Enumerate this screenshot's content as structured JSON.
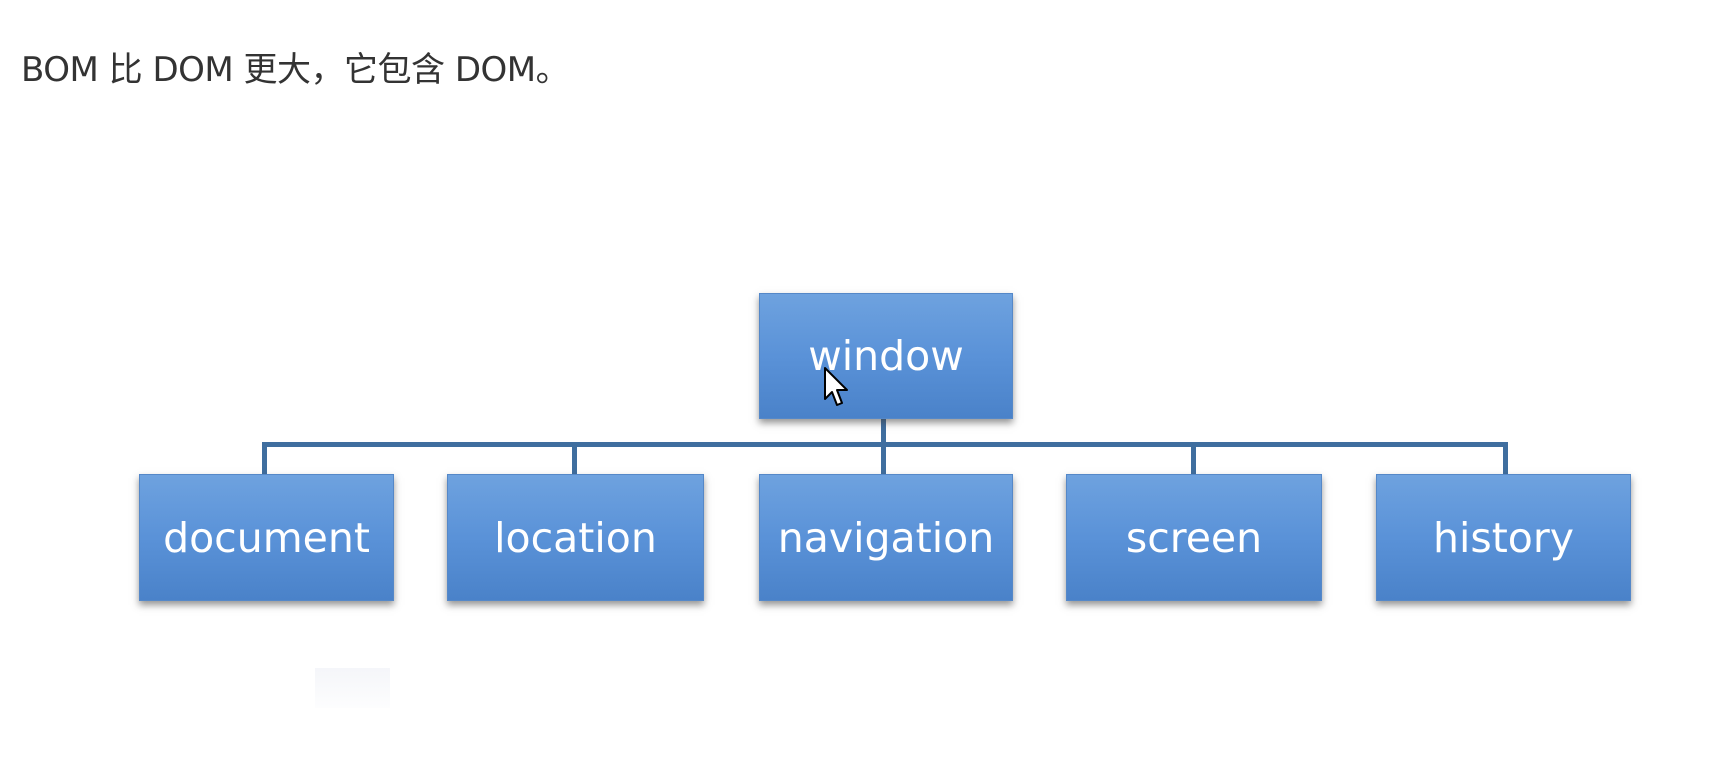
{
  "heading": "BOM 比 DOM 更大，它包含 DOM。",
  "diagram": {
    "root": "window",
    "children": [
      "document",
      "location",
      "navigation",
      "screen",
      "history"
    ],
    "node_color": "#5b93d8",
    "connector_color": "#3f6e9f"
  },
  "cursor": "mouse-pointer-icon"
}
